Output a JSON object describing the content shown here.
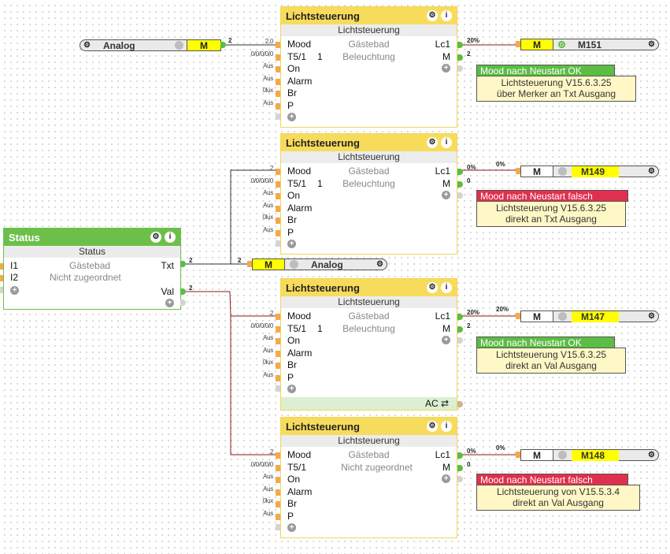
{
  "colors": {
    "logic_yellow": "#f7dc5c",
    "status_green": "#6cc04a",
    "ok_green": "#5cbd45",
    "error_red": "#e0304e",
    "wire_red": "#8b1a1a",
    "note_bg": "#fff8c6",
    "marker_yellow": "#ffff00"
  },
  "nodes": {
    "analog_top": {
      "label": "Analog",
      "mode": "M",
      "out_value": "2",
      "icon": "settings-icon"
    },
    "analog_mid": {
      "label": "Analog",
      "mode": "M",
      "in_value": "2",
      "icon": "settings-icon"
    },
    "m151": {
      "mode": "M",
      "label": "M151",
      "in_value": "20%"
    },
    "m149": {
      "mode": "M",
      "label": "M149",
      "in_value": "0%"
    },
    "m147": {
      "mode": "M",
      "label": "M147",
      "in_value": "20%"
    },
    "m148": {
      "mode": "M",
      "label": "M148",
      "in_value": "0%"
    }
  },
  "status_block": {
    "title": "Status",
    "subtitle": "Status",
    "inputs": [
      {
        "label": "I1",
        "value": "Gästebad"
      },
      {
        "label": "I2",
        "value": "Nicht zugeordnet"
      }
    ],
    "outputs": [
      {
        "label": "Txt",
        "value": "2"
      },
      {
        "label": "Val",
        "value": "2"
      }
    ]
  },
  "blocks": [
    {
      "title": "Lichtsteuerung",
      "subtitle": "Lichtsteuerung",
      "room": "Gästebad",
      "function": "Beleuchtung",
      "t5_suffix": "1",
      "inputs": [
        "Mood",
        "T5/1",
        "On",
        "Alarm",
        "Br",
        "P"
      ],
      "input_values": [
        "2.0",
        "0/0/0/0/0",
        "Aus",
        "Aus",
        "0lux",
        "Aus"
      ],
      "outputs": [
        "Lc1",
        "M"
      ],
      "output_values": [
        "20%",
        "2"
      ]
    },
    {
      "title": "Lichtsteuerung",
      "subtitle": "Lichtsteuerung",
      "room": "Gästebad",
      "function": "Beleuchtung",
      "t5_suffix": "1",
      "inputs": [
        "Mood",
        "T5/1",
        "On",
        "Alarm",
        "Br",
        "P"
      ],
      "input_values": [
        "2",
        "0/0/0/0/0",
        "Aus",
        "Aus",
        "0lux",
        "Aus"
      ],
      "outputs": [
        "Lc1",
        "M"
      ],
      "output_values": [
        "0%",
        "0"
      ]
    },
    {
      "title": "Lichtsteuerung",
      "subtitle": "Lichtsteuerung",
      "room": "Gästebad",
      "function": "Beleuchtung",
      "t5_suffix": "1",
      "inputs": [
        "Mood",
        "T5/1",
        "On",
        "Alarm",
        "Br",
        "P"
      ],
      "input_values": [
        "2",
        "0/0/0/0/0",
        "Aus",
        "Aus",
        "0lux",
        "Aus"
      ],
      "outputs": [
        "Lc1",
        "M"
      ],
      "output_values": [
        "20%",
        "2"
      ],
      "ac_label": "AC ⇄"
    },
    {
      "title": "Lichtsteuerung",
      "subtitle": "Lichtsteuerung",
      "room": "Gästebad",
      "function": "Nicht zugeordnet",
      "t5_suffix": "",
      "inputs": [
        "Mood",
        "T5/1",
        "On",
        "Alarm",
        "Br",
        "P"
      ],
      "input_values": [
        "2",
        "0/0/0/0/0",
        "Aus",
        "Aus",
        "0lux",
        "Aus"
      ],
      "outputs": [
        "Lc1",
        "M"
      ],
      "output_values": [
        "0%",
        "0"
      ]
    }
  ],
  "notes": [
    {
      "header": "Mood nach Neustart OK",
      "status": "ok",
      "line1": "Lichtsteuerung V15.6.3.25",
      "line2": "über Merker an Txt Ausgang"
    },
    {
      "header": "Mood nach Neustart falsch",
      "status": "bad",
      "line1": "Lichtsteuerung V15.6.3.25",
      "line2": "direkt an Txt Ausgang"
    },
    {
      "header": "Mood nach Neustart OK",
      "status": "ok",
      "line1": "Lichtsteuerung V15.6.3.25",
      "line2": "direkt an Val Ausgang"
    },
    {
      "header": "Mood nach Neustart falsch",
      "status": "bad",
      "line1": "Lichtsteuerung von V15.5.3.4",
      "line2": "direkt an Val Ausgang"
    }
  ],
  "icons": {
    "settings": "⚙",
    "info": "i",
    "add": "+"
  }
}
